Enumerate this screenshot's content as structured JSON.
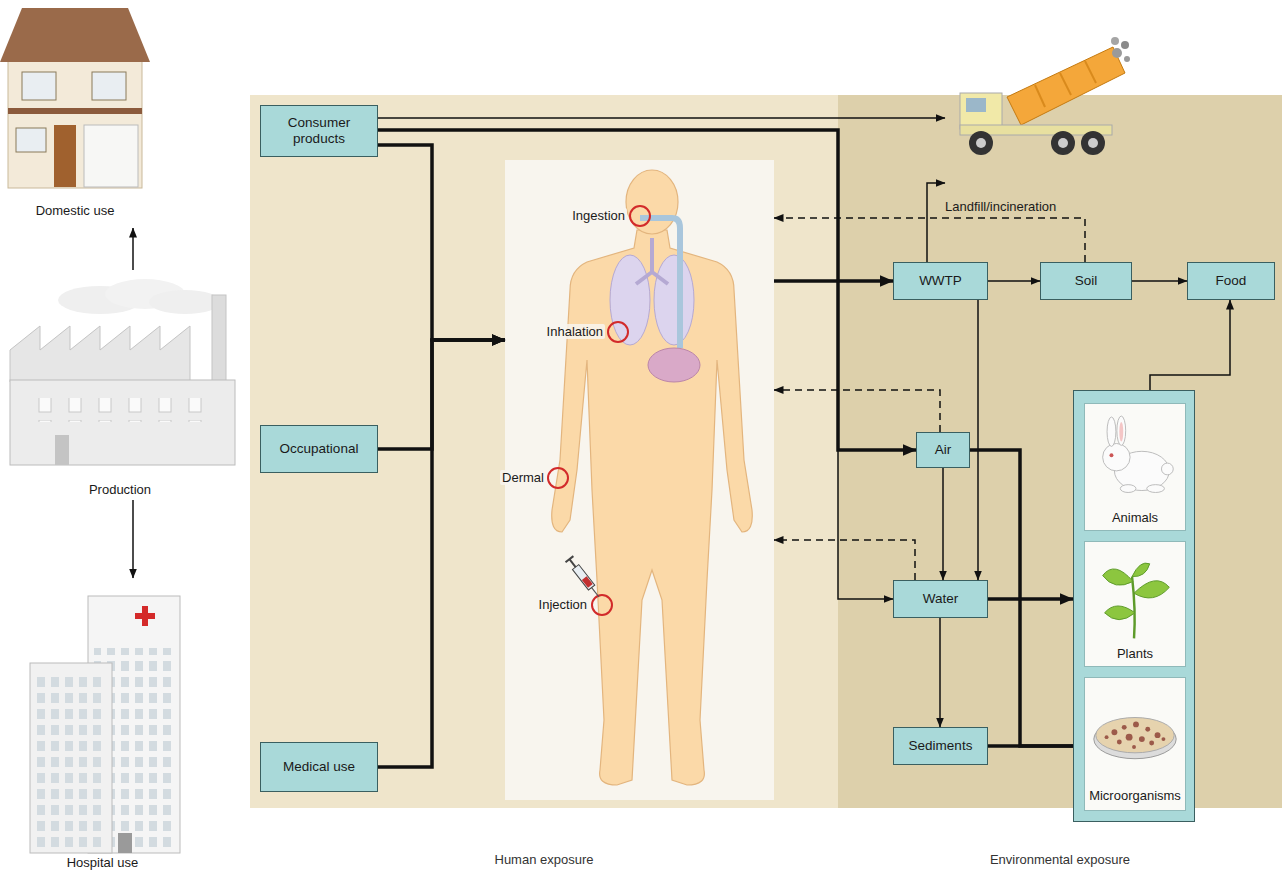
{
  "diagram": {
    "nodes": [
      {
        "text": [
          "Domestic use"
        ]
      },
      {
        "text": [
          "Production"
        ]
      },
      {
        "text": [
          "Hospital use"
        ]
      },
      {
        "text": [
          "Human exposure"
        ]
      },
      {
        "text": [
          "Consumer products"
        ],
        "in": 3
      },
      {
        "text": [
          "Occupational"
        ],
        "in": 3
      },
      {
        "text": [
          "Medical use"
        ],
        "in": 3
      },
      {
        "text": [
          "Ingestion",
          "Inhalation",
          "Dermal",
          "Injection"
        ],
        "in": 3
      },
      {
        "text": [
          "Environmental exposure"
        ]
      },
      {
        "text": [
          "Landfill/incineration"
        ],
        "in": 8
      },
      {
        "text": [
          "WWTP"
        ],
        "in": 8
      },
      {
        "text": [
          "Soil"
        ],
        "in": 8
      },
      {
        "text": [
          "Food"
        ],
        "in": 8
      },
      {
        "text": [
          "Air"
        ],
        "in": 8
      },
      {
        "text": [
          "Water"
        ],
        "in": 8
      },
      {
        "text": [
          "Sediments"
        ],
        "in": 8
      },
      {
        "text": [],
        "in": 8
      },
      {
        "text": [
          "Animals"
        ],
        "in": 16
      },
      {
        "text": [
          "Plants"
        ],
        "in": 16
      },
      {
        "text": [
          "Microorganisms"
        ],
        "in": 16
      }
    ],
    "edges": [
      {
        "from": 1,
        "to": 0,
        "arrow": "to"
      },
      {
        "from": 1,
        "to": 2,
        "arrow": "to"
      },
      {
        "from": 4,
        "to": 9,
        "arrow": "to"
      },
      {
        "from": 4,
        "to": 7,
        "arrow": "to"
      },
      {
        "from": 5,
        "to": 7,
        "arrow": "to"
      },
      {
        "from": 6,
        "to": 7,
        "arrow": "to"
      },
      {
        "from": 4,
        "to": 13,
        "arrow": "to"
      },
      {
        "from": 4,
        "to": 14,
        "arrow": "to"
      },
      {
        "from": 7,
        "to": 10,
        "arrow": "to"
      },
      {
        "from": 10,
        "to": 9,
        "arrow": "to"
      },
      {
        "from": 10,
        "to": 11,
        "arrow": "to"
      },
      {
        "from": 11,
        "to": 12,
        "arrow": "to"
      },
      {
        "from": 10,
        "to": 14,
        "arrow": "to"
      },
      {
        "from": 13,
        "to": 14,
        "arrow": "to"
      },
      {
        "from": 14,
        "to": 15,
        "arrow": "to"
      },
      {
        "from": 14,
        "to": 16,
        "arrow": "to"
      },
      {
        "from": 13,
        "to": 16,
        "arrow": "none"
      },
      {
        "from": 15,
        "to": 16,
        "arrow": "none"
      },
      {
        "from": 16,
        "to": 12,
        "arrow": "to"
      },
      {
        "from": 11,
        "to": 7,
        "arrow": "to"
      },
      {
        "from": 13,
        "to": 7,
        "arrow": "to"
      },
      {
        "from": 14,
        "to": 7,
        "arrow": "to"
      }
    ]
  }
}
